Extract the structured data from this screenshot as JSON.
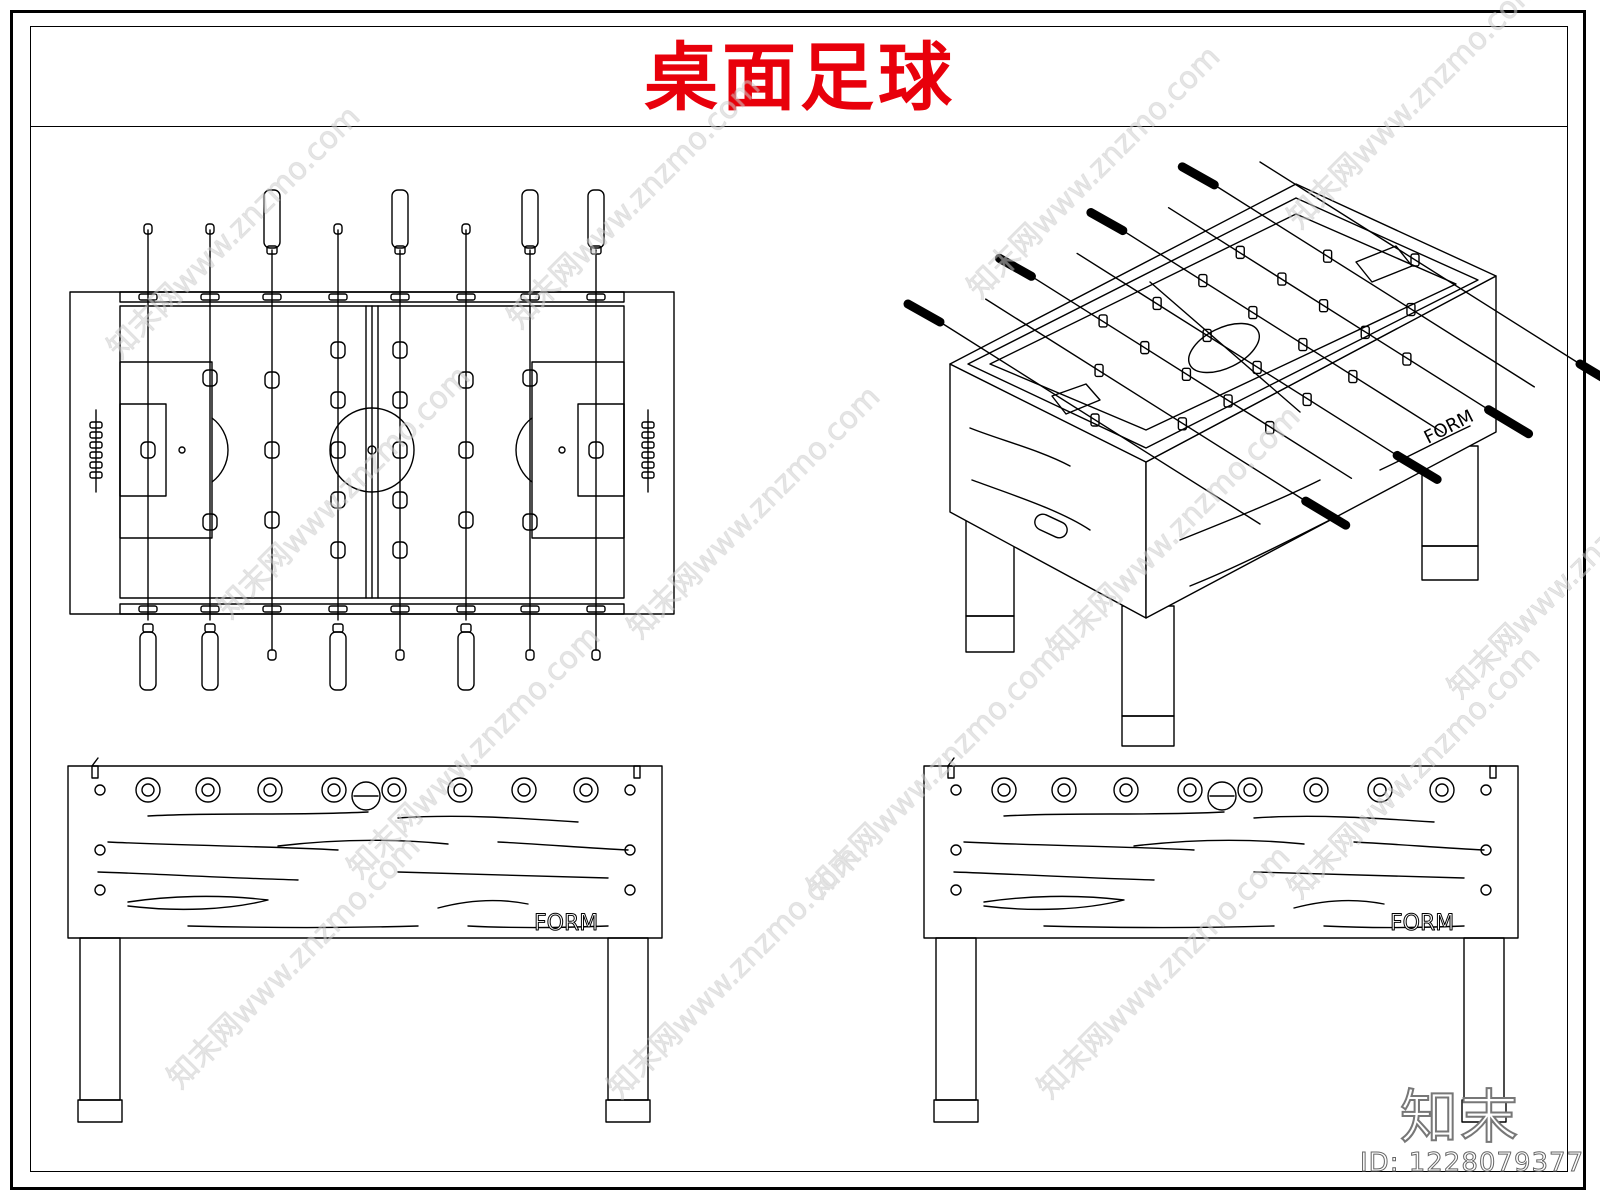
{
  "title": "桌面足球",
  "brand_label": "FORM",
  "watermark": {
    "site": "知末网www.znzmo.com",
    "logo": "知末",
    "id_text": "ID: 1228079377"
  },
  "colors": {
    "title": "#e8000b",
    "line": "#000000",
    "watermark": "#c8c8c8"
  }
}
